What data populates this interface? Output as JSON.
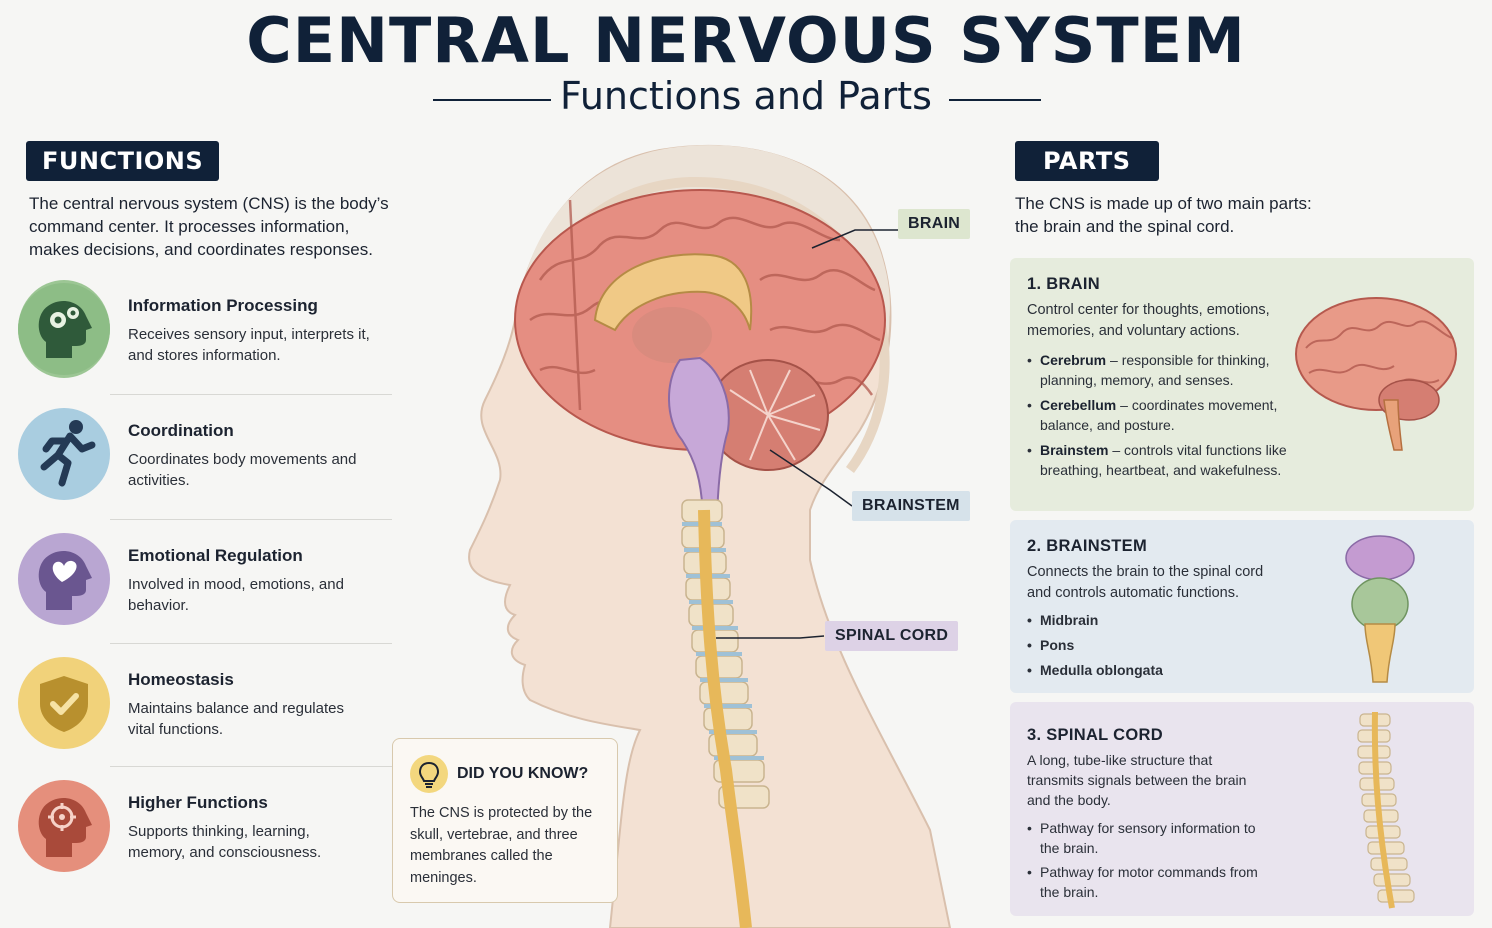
{
  "header": {
    "title": "CENTRAL NERVOUS SYSTEM",
    "subtitle": "Functions and Parts"
  },
  "functions": {
    "heading": "FUNCTIONS",
    "intro_lines": [
      "The central nervous system (CNS) is the body’s",
      "command center. It processes information,",
      "makes decisions, and coordinates responses."
    ],
    "items": [
      {
        "title": "Information Processing",
        "desc": "Receives sensory input, interprets it, and stores information.",
        "icon": "gears-head-icon",
        "color": "#8fbf8a"
      },
      {
        "title": "Coordination",
        "desc": "Coordinates body movements and activities.",
        "icon": "running-person-icon",
        "color": "#a9cde0"
      },
      {
        "title": "Emotional Regulation",
        "desc": "Involved in mood, emotions, and behavior.",
        "icon": "heart-head-icon",
        "color": "#b9a6d2"
      },
      {
        "title": "Homeostasis",
        "desc": "Maintains balance and regulates vital functions.",
        "icon": "shield-check-icon",
        "color": "#f1d27a"
      },
      {
        "title": "Higher Functions",
        "desc": "Supports thinking, learning, memory, and consciousness.",
        "icon": "target-head-icon",
        "color": "#e58f7c"
      }
    ]
  },
  "diagram": {
    "labels": {
      "brain": "BRAIN",
      "brainstem": "BRAINSTEM",
      "spinal_cord": "SPINAL CORD"
    }
  },
  "did_you_know": {
    "title": "DID YOU KNOW?",
    "text": "The CNS is protected by the skull, vertebrae, and three membranes called the meninges.",
    "icon": "lightbulb-icon"
  },
  "parts": {
    "heading": "PARTS",
    "intro_lines": [
      "The CNS is made up of two main parts:",
      "the brain and the spinal cord."
    ],
    "brain": {
      "title": "1. BRAIN",
      "desc": "Control center for thoughts, emotions, memories, and voluntary actions.",
      "bullets": [
        {
          "bold": "Cerebrum",
          "text": " – responsible for thinking, planning, memory, and senses."
        },
        {
          "bold": "Cerebellum",
          "text": " – coordinates movement, balance, and posture."
        },
        {
          "bold": "Brainstem",
          "text": " – controls vital functions like breathing, heartbeat, and wakefulness."
        }
      ],
      "bg": "#e6ecdd"
    },
    "brainstem": {
      "title": "2. BRAINSTEM",
      "desc": "Connects the brain to the spinal cord and controls automatic functions.",
      "bullets": [
        "Midbrain",
        "Pons",
        "Medulla oblongata"
      ],
      "bg": "#e3eaf0"
    },
    "spinal_cord": {
      "title": "3. SPINAL CORD",
      "desc": "A long, tube-like structure that transmits signals between the brain and the body.",
      "bullets": [
        "Pathway for sensory information to the brain.",
        "Pathway for motor commands from the brain."
      ],
      "bg": "#e9e4ee"
    }
  }
}
